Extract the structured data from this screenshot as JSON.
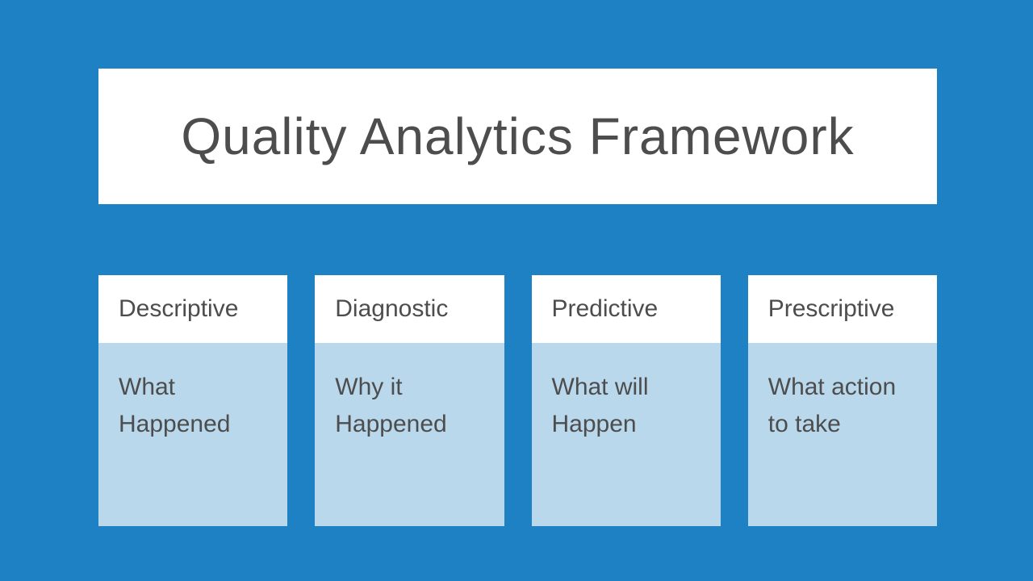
{
  "slide": {
    "title": "Quality Analytics Framework",
    "cards": [
      {
        "header": "Descriptive",
        "body": "What Happened"
      },
      {
        "header": "Diagnostic",
        "body": "Why it Happened"
      },
      {
        "header": "Predictive",
        "body": "What will Happen"
      },
      {
        "header": "Prescriptive",
        "body": "What action to take"
      }
    ],
    "colors": {
      "background": "#1d81c4",
      "card_header_bg": "#ffffff",
      "card_body_bg": "#bad8ec",
      "text": "#4d4d4d"
    }
  }
}
